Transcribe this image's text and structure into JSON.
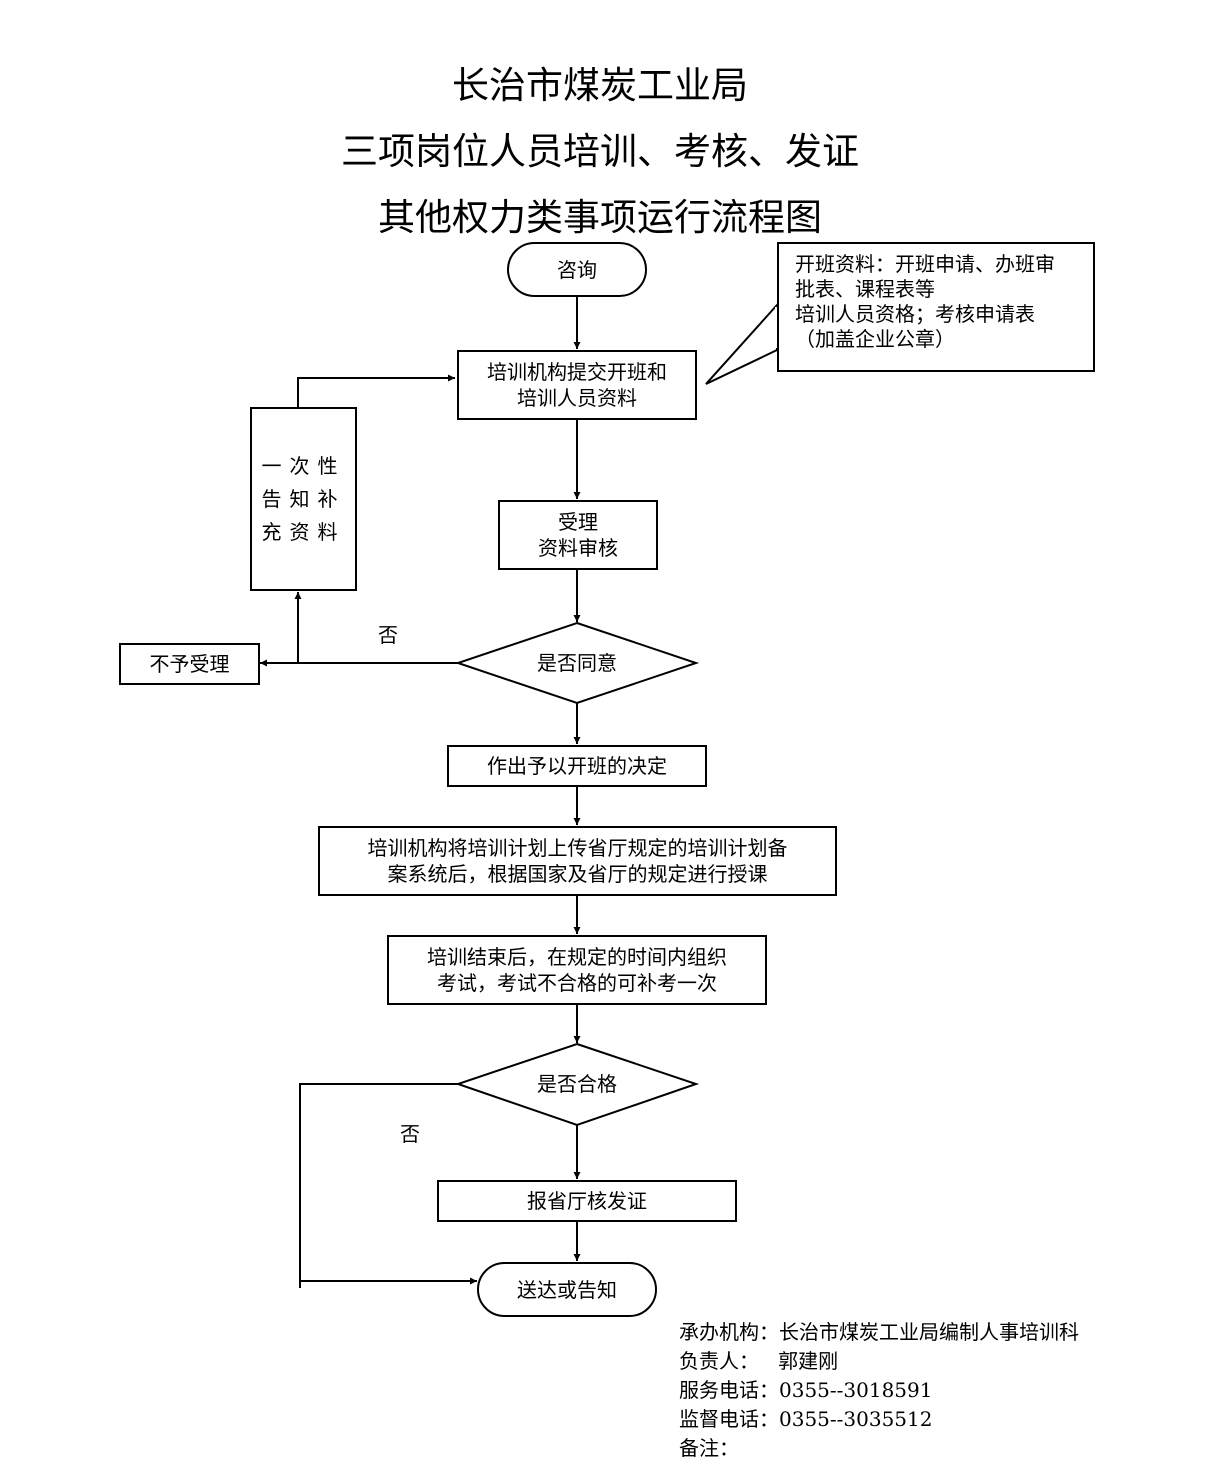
{
  "title": {
    "line1": "长治市煤炭工业局",
    "line2": "三项岗位人员培训、考核、发证",
    "line3": "其他权力类事项运行流程图"
  },
  "flow": {
    "consult": "咨询",
    "submit": "培训机构提交开班和\n培训人员资料",
    "accept_review": "受理\n资料审核",
    "decision_agree": "是否同意",
    "reject": "不予受理",
    "supplement": "一次性\n告知补\n充资料",
    "no_label_1": "否",
    "decide_open": "作出予以开班的决定",
    "upload_plan": "培训机构将培训计划上传省厅规定的培训计划备\n案系统后，根据国家及省厅的规定进行授课",
    "exam": "培训结束后，在规定的时间内组织\n考试，考试不合格的可补考一次",
    "decision_pass": "是否合格",
    "no_label_2": "否",
    "report": "报省厅核发证",
    "deliver": "送达或告知"
  },
  "note": {
    "text": "开班资料：开班申请、办班审\n批表、课程表等\n培训人员资格；考核申请表\n（加盖企业公章）"
  },
  "footer": {
    "org": "承办机构：长治市煤炭工业局编制人事培训科",
    "person": "负责人：   郭建刚",
    "service_phone": "服务电话：0355--3018591",
    "supervise_phone": "监督电话：0355--3035512",
    "remark": "备注："
  }
}
